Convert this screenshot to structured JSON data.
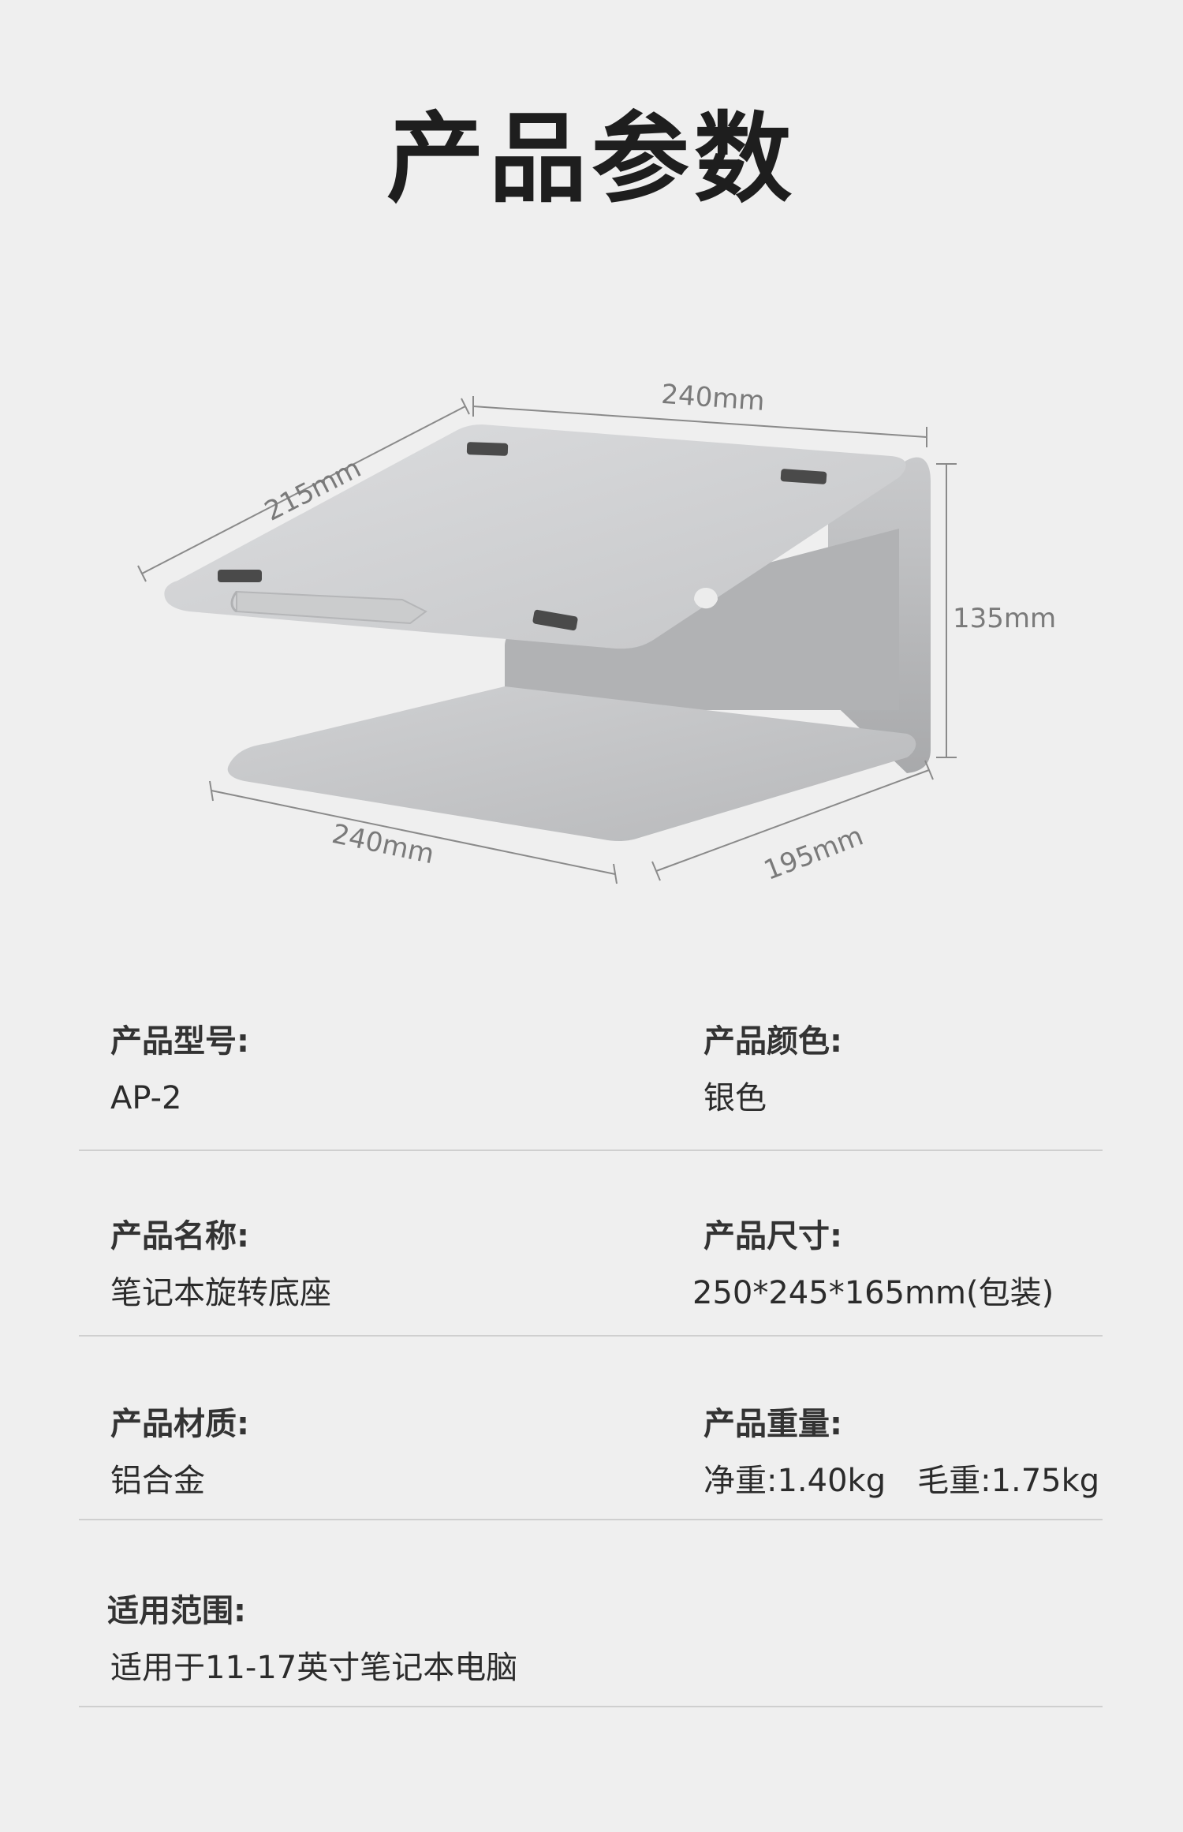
{
  "title": "产品参数",
  "figure": {
    "dim_top_width": "240mm",
    "dim_top_depth": "215mm",
    "dim_height": "135mm",
    "dim_base_width": "240mm",
    "dim_base_depth": "195mm",
    "colors": {
      "aluminum_light": "#d4d5d7",
      "aluminum_mid": "#bfc0c2",
      "aluminum_dark": "#a9aaac",
      "rubber_pad": "#4a4a4a",
      "dimension_line": "#8a8a8a"
    }
  },
  "specs": {
    "model_label": "产品型号:",
    "model_value": "AP-2",
    "color_label": "产品颜色:",
    "color_value": "银色",
    "name_label": "产品名称:",
    "name_value": "笔记本旋转底座",
    "size_label": "产品尺寸:",
    "size_value": "250*245*165mm(包装)",
    "material_label": "产品材质:",
    "material_value": "铝合金",
    "weight_label": "产品重量:",
    "weight_net": "净重:1.40kg",
    "weight_gross": "毛重:1.75kg",
    "scope_label": "适用范围:",
    "scope_value": "适用于11-17英寸笔记本电脑"
  }
}
